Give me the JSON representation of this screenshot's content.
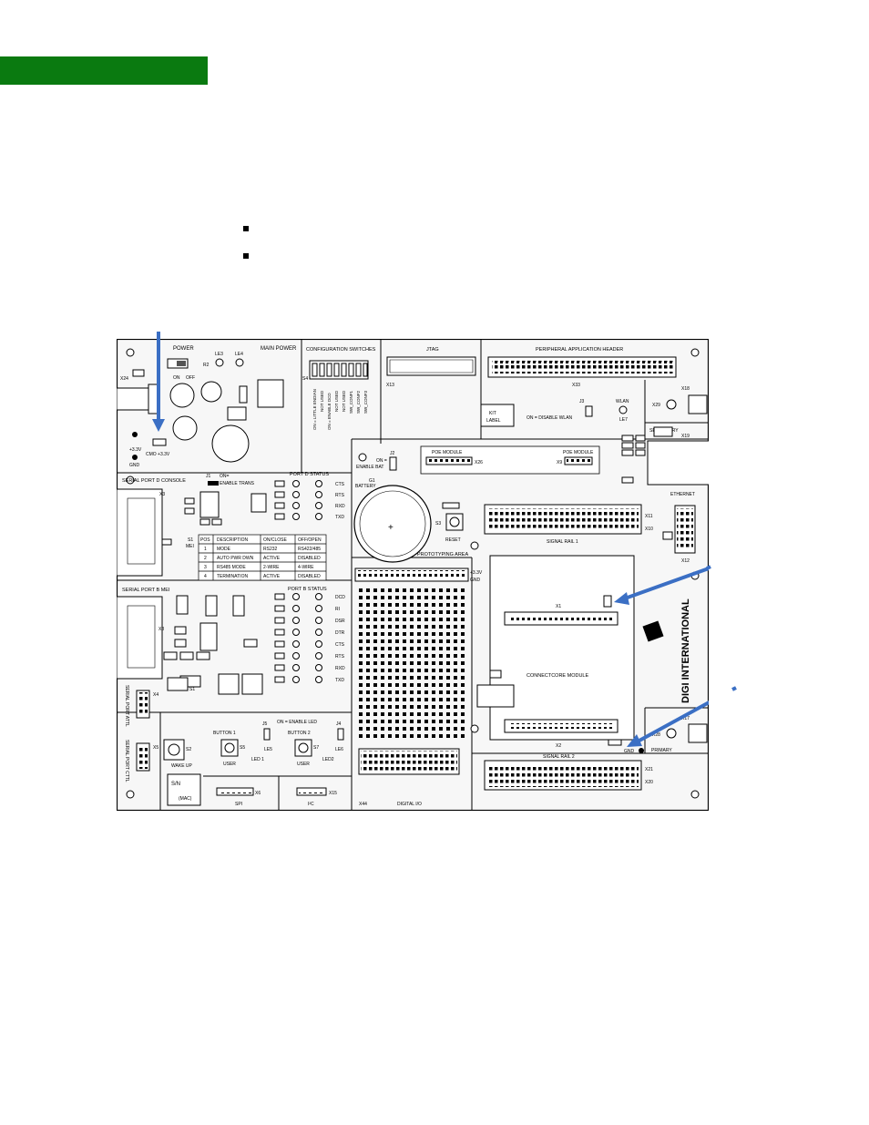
{
  "colors": {
    "header_bar": "#0a7a10",
    "arrow": "#3b6fc4",
    "board_bg": "#f7f7f7"
  },
  "labels": {
    "power": "POWER",
    "main_power": "MAIN POWER",
    "le3": "LE3",
    "le4": "LE4",
    "r2": "R2",
    "on": "ON",
    "off": "OFF",
    "x24": "X24",
    "cmo": "CMO +3.3V",
    "v33": "+3.3V",
    "gnd": "GND",
    "config_switches": "CONFIGURATION SWITCHES",
    "s4": "S4",
    "jtag": "JTAG",
    "x13": "X13",
    "peripheral_header": "PERIPHERAL APPLICATION HEADER",
    "x33": "X33",
    "kit_label": "KIT",
    "kit_label2": "LABEL",
    "j3": "J3",
    "disable_wlan": "ON = DISABLE WLAN",
    "wlan": "WLAN",
    "le7": "LE7",
    "x18": "X18",
    "x29": "X29",
    "secondary": "SECONDARY",
    "x19": "X19",
    "ethernet": "ETHERNET",
    "poe_module": "POE MODULE",
    "x26": "X26",
    "x9": "X9",
    "on_enable_bat": "ON =",
    "enable_bat": "ENABLE BAT",
    "j2": "J2",
    "g1": "G1",
    "battery": "BATTERY",
    "reset": "RESET",
    "s3": "S3",
    "x11": "X11",
    "x10": "X10",
    "signal_rail_1": "SIGNAL RAIL 1",
    "x12": "X12",
    "serial_port_d": "SERIAL PORT D CONSOLE",
    "x3": "X3",
    "j1": "J1",
    "on_enable_trans": "ON=",
    "enable_trans": "ENABLE TRANS",
    "port_d_status": "PORT D STATUS",
    "cts": "CTS",
    "rts": "RTS",
    "rxd": "RXD",
    "txd": "TXD",
    "s1": "S1",
    "mei": "MEI",
    "serial_port_b": "SERIAL PORT B MEI",
    "x8": "X8",
    "port_b_status": "PORT B STATUS",
    "dcd": "DCD",
    "ri": "RI",
    "dsr": "DSR",
    "dtr": "DTR",
    "prototyping": "PROTOTYPING AREA",
    "p33v": "+3.3V",
    "pgnd": "GND",
    "x1": "X1",
    "connectcore": "CONNECTCORE MODULE",
    "x2": "X2",
    "gnd2": "GND",
    "x17": "X17",
    "x28": "X28",
    "primary": "PRIMARY",
    "digi": "DIGI INTERNATIONAL",
    "signal_rail_2": "SIGNAL RAIL 2",
    "x21": "X21",
    "x20": "X20",
    "x4": "X4",
    "x5": "X5",
    "serial_port_a_ttl": "SERIAL PORT ATTL",
    "serial_port_c_ttl": "SERIAL PORT CTTL",
    "s2": "S2",
    "wake_up": "WAKE UP",
    "button1": "BUTTON 1",
    "s5": "S5",
    "user1": "USER",
    "j5": "J5",
    "le5": "LE5",
    "led1": "LED 1",
    "on_enable_led": "ON = ENABLE LED",
    "button2": "BUTTON 2",
    "s7": "S7",
    "user2": "USER",
    "j4": "J4",
    "le6": "LE6",
    "led2": "LED2",
    "sn": "S/N",
    "mac": "(MAC)",
    "x6": "X6",
    "spi": "SPI",
    "x15": "X15",
    "i2c": "I²C",
    "x44": "X44",
    "digital_io": "DIGITAL I/O"
  },
  "switch_table": {
    "headers": [
      "POS",
      "DESCRIPTION",
      "ON/CLOSE",
      "OFF/OPEN"
    ],
    "rows": [
      [
        "1",
        "MODE",
        "RS232",
        "RS422/485"
      ],
      [
        "2",
        "AUTO PWR DWN",
        "ACTIVE",
        "DISABLED"
      ],
      [
        "3",
        "RS485 MODE",
        "2-WIRE",
        "4-WIRE"
      ],
      [
        "4",
        "TERMINATION",
        "ACTIVE",
        "DISABLED"
      ]
    ]
  },
  "config_switch_labels": [
    "ON = LITTLE ENDIAN",
    "NOT USED",
    "ON = ENABLE DCD",
    "NOT USED",
    "NOT USED",
    "SW_CONF1",
    "SW_CONF2",
    "SW_CONF3"
  ]
}
